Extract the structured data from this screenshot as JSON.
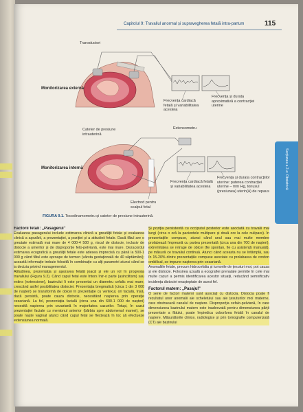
{
  "header": {
    "chapter": "Capitolul 9: Travaliul anormal și supravegherea fetală intra-partum",
    "page_number": "115"
  },
  "figure": {
    "top": {
      "title": "Monitorizarea externă",
      "transducer": "Transductori",
      "fhr": "Frecvența cardiacă fetală și variabilitatea acesteia",
      "uc": "Frecvența și durata aproximativă a contracției uterine"
    },
    "bottom": {
      "title": "Monitorizarea internă",
      "catheter": "Cateter de presiune intrauterină",
      "extensometer": "Extensometru",
      "fhr": "Frecvența cardiacă fetală și variabilitatea acesteia",
      "uc": "Frecvența și durata contracțiilor uterine: puterea contracției uterine – mm Hg, tonusul (presiunea) uterin(ă) de repaus",
      "electrode": "Electrod pentru scalpul fetal"
    },
    "caption_label": "FIGURA 9.1.",
    "caption_text": "Tocodinamometru și cateter de presiune intrauterină."
  },
  "side_tab": "Secțiunea a 2-a: Obstetrică",
  "left_col": {
    "heading": "Factorii fetali: „Pasagerul\"",
    "para1": "Evaluarea pasagerului include estimarea clinică a greutății fetale și evaluarea clinică a aşezării, a prezentației, a poziției și a atitudinii fetale. Dacă fătul are o greutate estimată mai mare de 4 000-4 500 g, riscul de distocie, inclusiv de distocie a umerilor și de disproporție feto-pelviană, este mai mare. Dezacordul estimarea ecografică a greutății fetale este adesea imprecisă cu până la 500-1 000 g când fătul este aproape de termen (vârsta gestațională de 40 săptămâni); această informație trebuie folosită în combinație cu alți parametri atunci când se ia decizia privind managementul.",
    "para2": "Atitudinea, prezentația și aşezarea fetală joacă și ele un rol în progresia travaliului (Figura 9.2). Când capul fetal este întors într-o parte (asinclitism) sau extins (extensione), bazinului îi este prezentat un diametru cefalic mai mare, crescând astfel posibilitatea distociei. Prezentația bregmatică (circa 1 din 3 000 de nașteri) se transformă de obicei în prezentație cu vertexul, ori facială, însă, dacă persistă, poate cauza distocie, necesitând nașterea prin operație cezariană. La fel, prezentația facială (circa una din 600-1 000 de nașteri) necesită nașterea prin cezariană în majoritatea cazurilor. Totuși, în cazul prezentației faciale cu mentonul anterior (bărbia spre abdomenul mamei), se poate naște vaginal atunci când capul fetal se flectează în loc să efectueze extensiunea normală."
  },
  "right_col": {
    "para1": "Și poziția persistentă cu occiputul posterior este asociată cu travalii mai lungi (circa o oră la pacientele multipare și două ore la cele nulipare). În prezentațiile compuse, atunci când unul sau mai multe membre prolabează împreună cu partea prezentată (circa una din 700 de nașteri), extremitatea se retrage de obicei (fie spontan, fie cu asistență manuală), pe măsură ce travaliul continuă. Atunci când aceasta nu se întâmplă, sau în 15-20% dintre prezentațiile compuse asociate cu prolabarea de cordon ombilical, se impune nașterea prin cezariană.",
    "para2": "Anomaliile fetale, precum hidrocefalia și tumorile de țesuturi moi, pot cauza și ele distocie. Folosirea uzuală a ecografiei prenatale permite în cele mai multe cazuri a permis identificarea acestor situații, reducând semnificativ incidența distociei neașteptate de acest fel.",
    "heading": "Factorul matern: „Pasajul\"",
    "para3": "O serie de factori materni sunt asociați cu distocia. Distocia poate fi rezultatul unor anomalii ale scheletului sau ale țesuturilor moi materne, care obstruează canalul de naștere. Disproporția cefalo-pelviană, în care dimensiunea bazinului matern este inadecvată pentru dimensiunea părții prezentate a fătului, poate împiedica coborârea fetală în canalul de naștere. Măsurătorile clinice, radiologice și prin tomografie computerizată (CT) ale bazinului"
  }
}
